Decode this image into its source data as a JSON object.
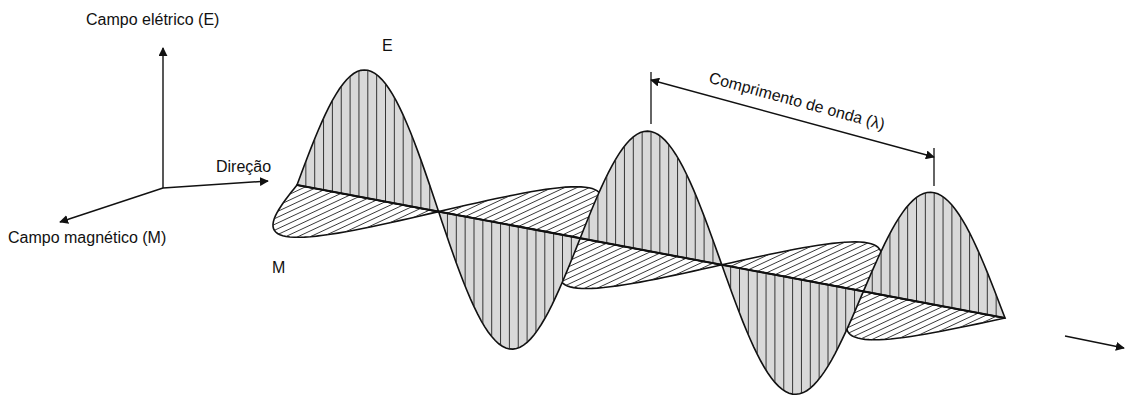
{
  "diagram": {
    "labels": [
      "Campo elétrico (E)",
      "Direção",
      "Campo magnético (M)",
      "E",
      "Comprimento de onda (λ)",
      "M"
    ]
  }
}
